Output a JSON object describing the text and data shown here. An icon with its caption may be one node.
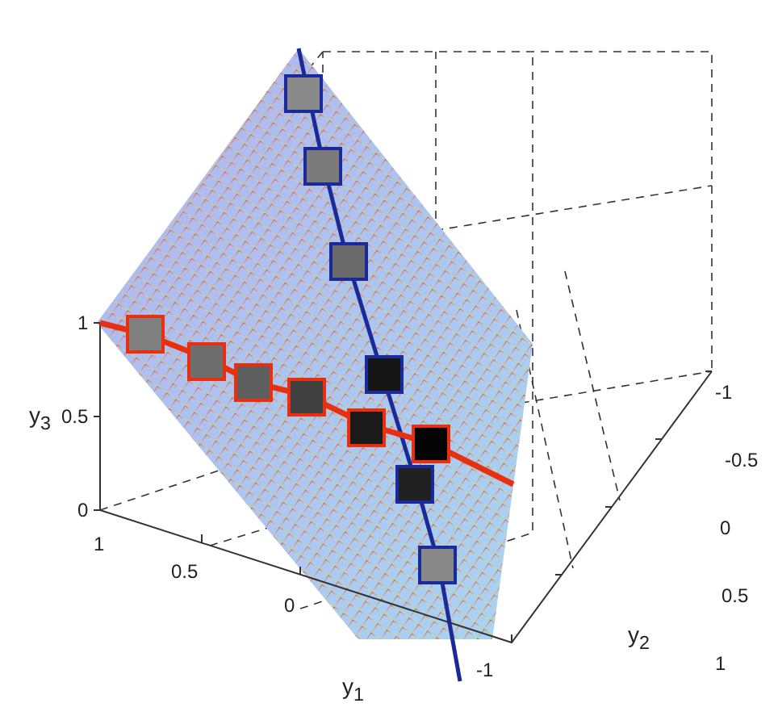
{
  "diagram": {
    "labels": [
      "1",
      "0.5",
      "y$_{3}$",
      "0",
      "1",
      "0.5",
      "0",
      "-1",
      "y$_{1}$",
      "-1",
      "-0.5",
      "0",
      "0.5",
      "1",
      "y$_{2}$"
    ]
  }
}
